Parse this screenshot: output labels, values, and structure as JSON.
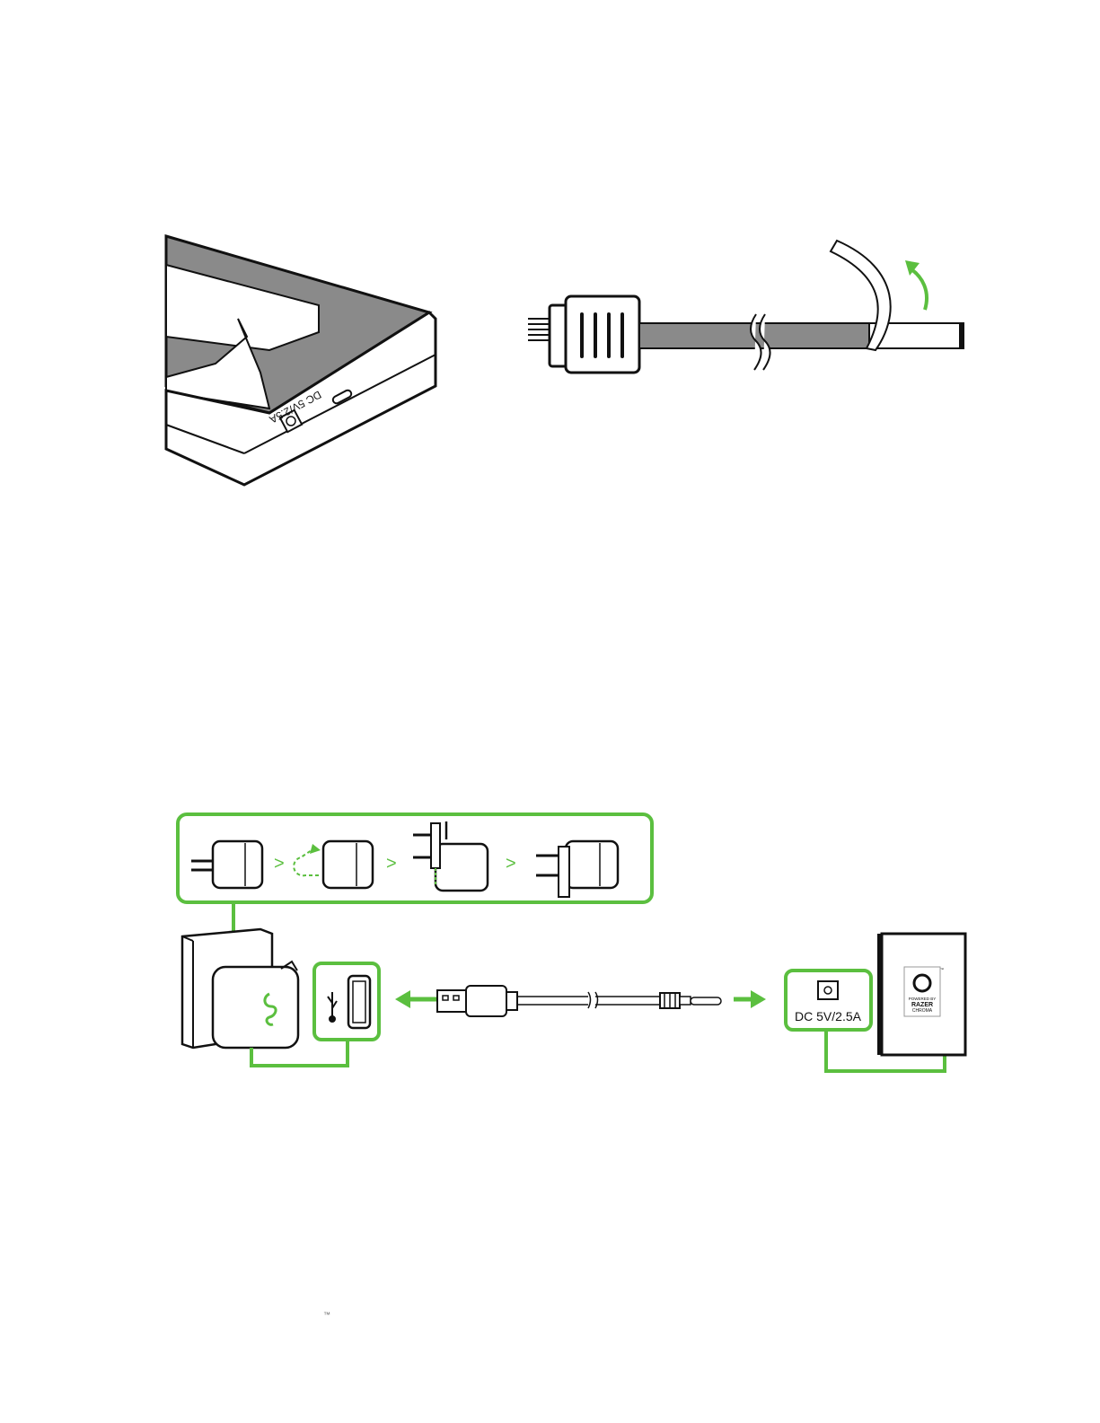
{
  "controller": {
    "port_label": "DC 5V/2.5A"
  },
  "adapter": {
    "steps_arrows": [
      ">",
      ">",
      ">"
    ]
  },
  "device": {
    "port_label": "DC 5V/2.5A",
    "badge": {
      "line1": "POWERED BY",
      "line2": "RAZER",
      "line3": "CHROMA",
      "tm": "™"
    }
  },
  "footer": {
    "trademark": "™"
  },
  "colors": {
    "accent": "#5bbf3f",
    "line": "#111111",
    "fill_gray": "#8a8a8a"
  },
  "icons": [
    "usb-icon",
    "razer-logo-icon",
    "peel-arrow-icon",
    "insert-arrow-icon"
  ]
}
